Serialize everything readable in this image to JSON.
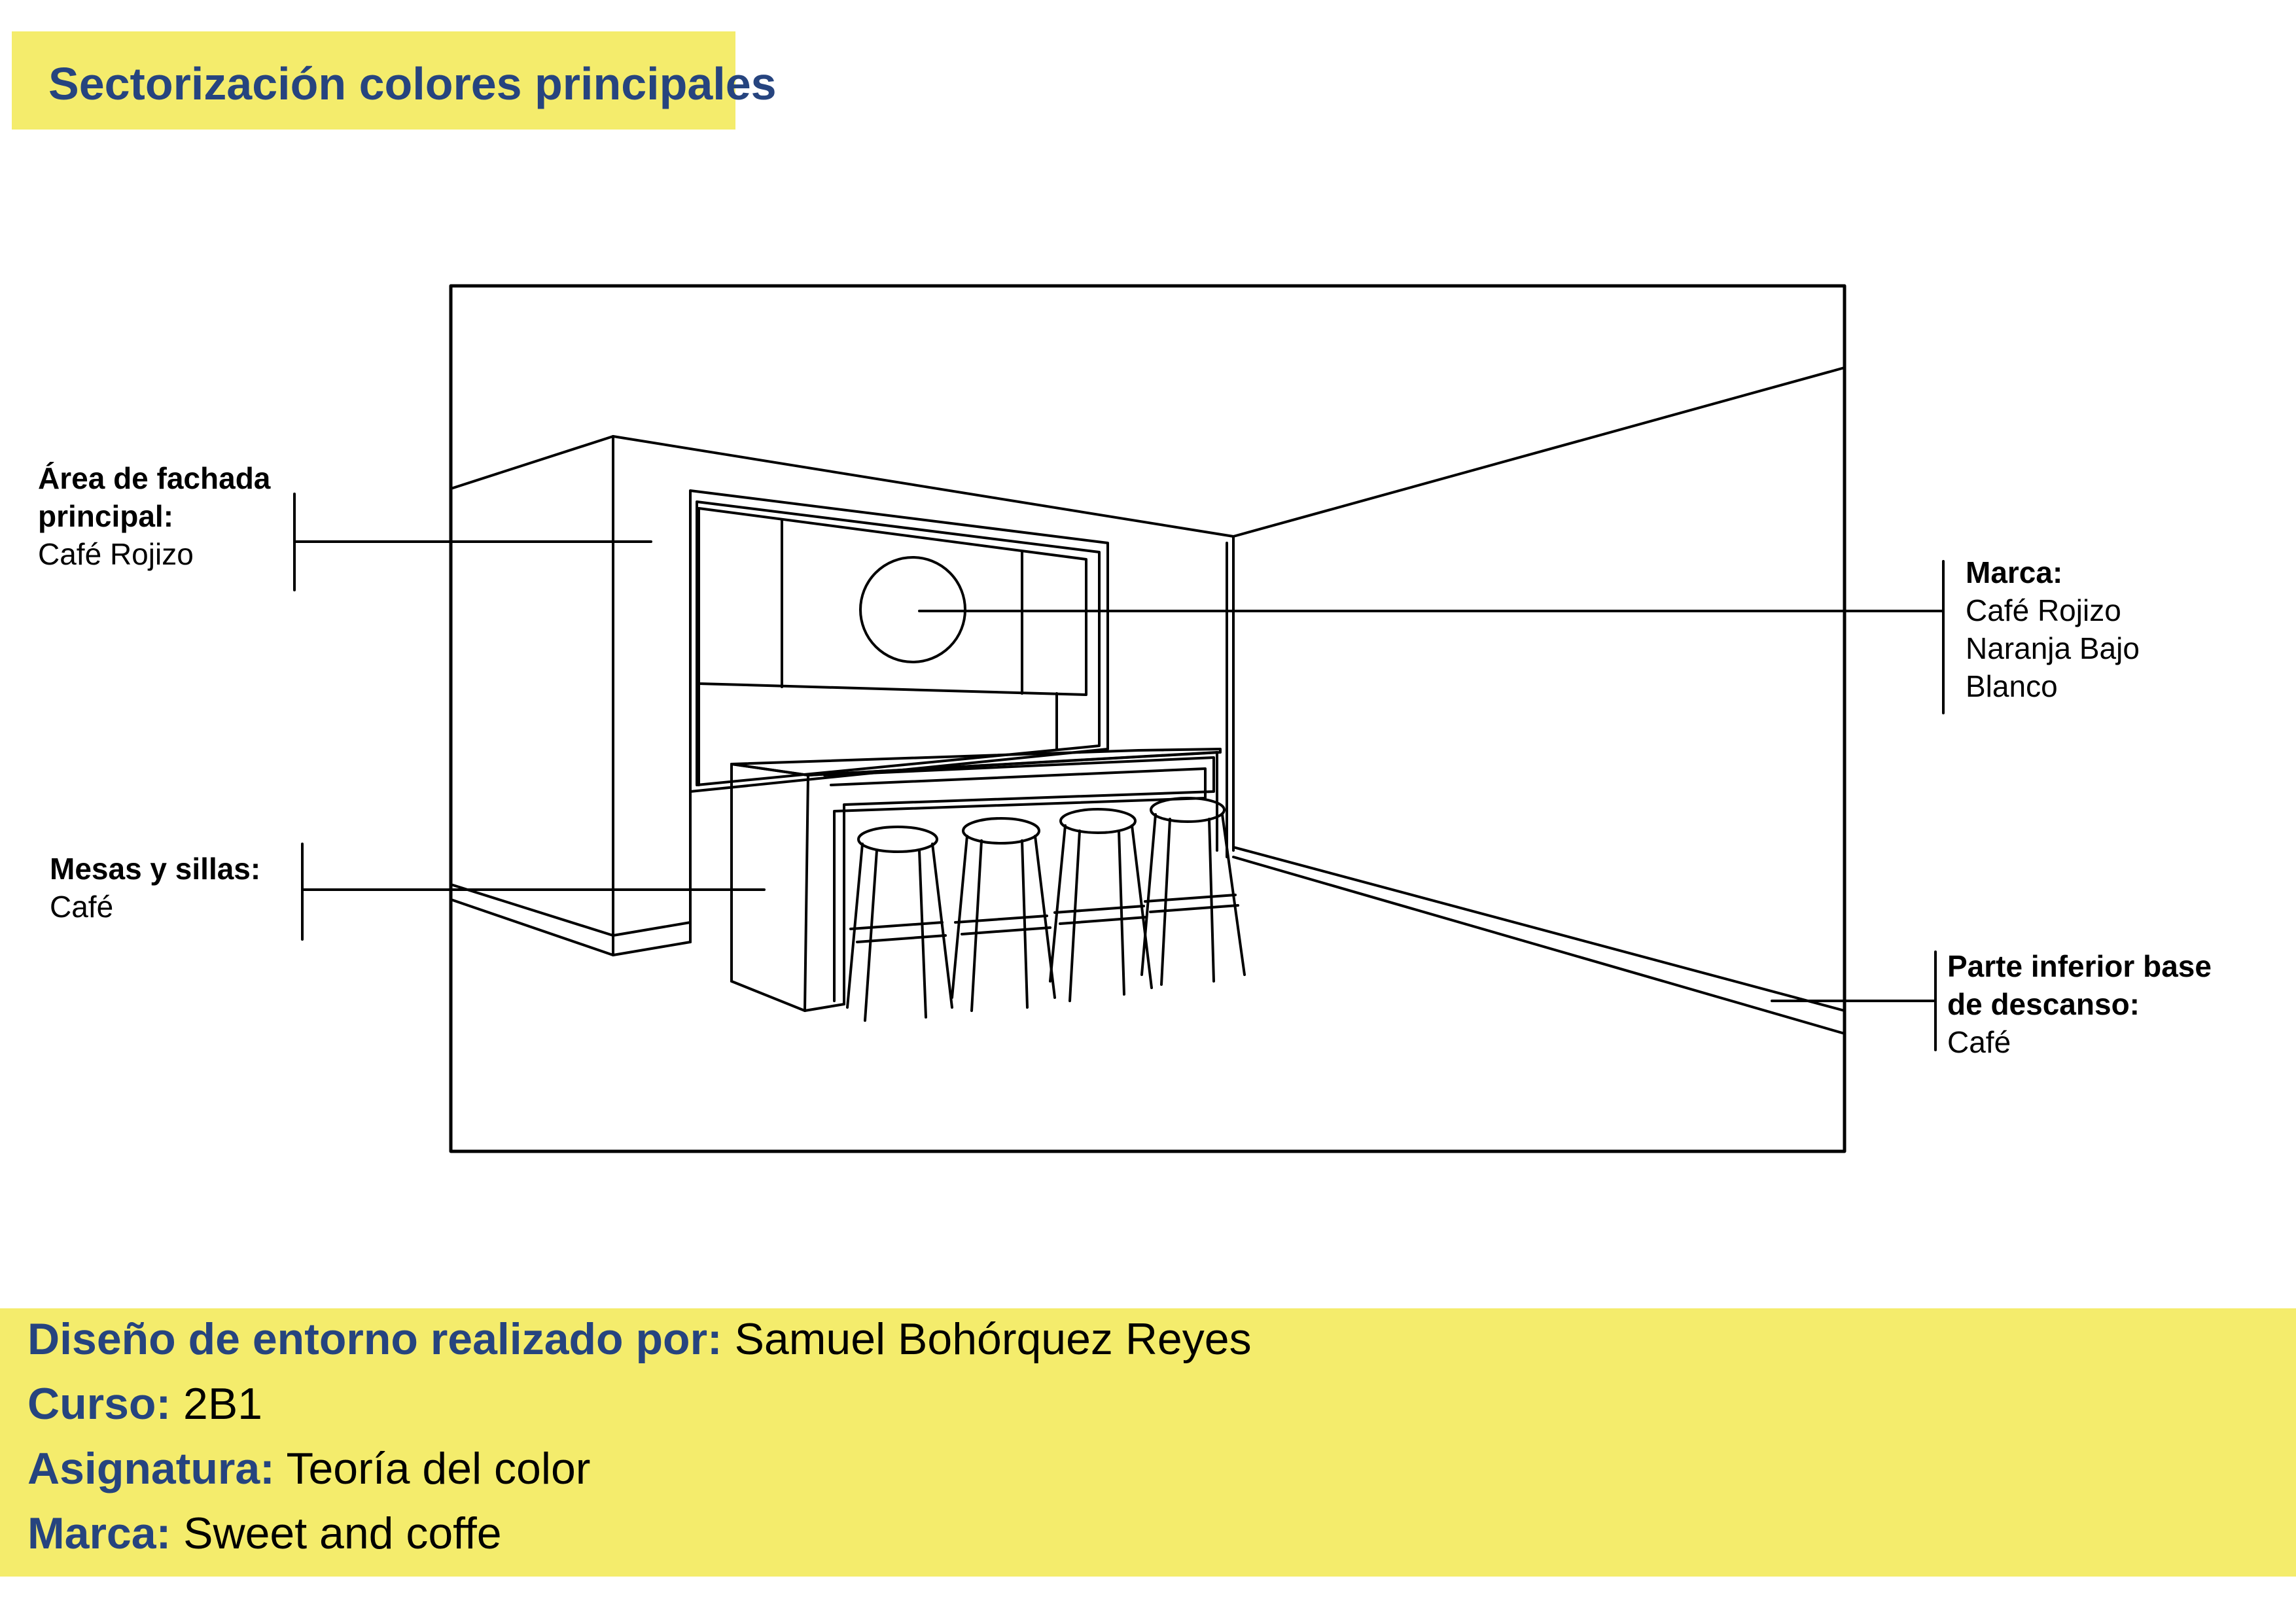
{
  "title": "Sectorización colores principales",
  "annotations": {
    "facade": {
      "heading_1": "Área de fachada",
      "heading_2": "principal:",
      "colors": [
        "Café Rojizo"
      ]
    },
    "brand": {
      "heading": "Marca:",
      "colors": [
        "Café Rojizo",
        "Naranja Bajo",
        "Blanco"
      ]
    },
    "furniture": {
      "heading": "Mesas y sillas:",
      "colors": [
        "Café"
      ]
    },
    "base": {
      "heading_1": "Parte inferior base",
      "heading_2": "de descanso:",
      "colors": [
        "Café"
      ]
    }
  },
  "credits": {
    "designer_key": "Diseño de entorno realizado por:",
    "designer_value": " Samuel Bohórquez Reyes",
    "course_key": "Curso:",
    "course_value": " 2B1",
    "subject_key": "Asignatura:",
    "subject_value": " Teoría del color",
    "brand_key": "Marca:",
    "brand_value": " Sweet and coffe"
  },
  "colors": {
    "highlight": "#f4ec6c",
    "heading_blue": "#26447f",
    "line": "#000000"
  }
}
